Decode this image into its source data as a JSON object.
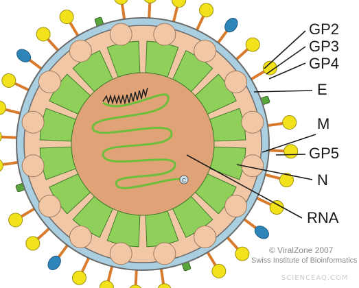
{
  "labels": {
    "gp2": "GP2",
    "gp3": "GP3",
    "gp4": "GP4",
    "e": "E",
    "m": "M",
    "gp5": "GP5",
    "n": "N",
    "rna": "RNA"
  },
  "credit": {
    "line1": "© ViralZone 2007",
    "line2": "Swiss Institute of Bioinformatics"
  },
  "watermark": "SCIENCEAQ.COM",
  "rna_cap_symbol": "C",
  "colors": {
    "membrane": "#a9cfe0",
    "membrane_outline": "#6b6b6b",
    "capsid": "#f2c7a6",
    "core": "#e0a378",
    "nucleocapsid": "#8ed05a",
    "nucleocapsid_outline": "#3f7a2a",
    "gp5_knob": "#f2e21b",
    "gp2_4_knob": "#2e86b8",
    "e_protein": "#5aa83c",
    "m_protein": "#d87b2c",
    "rna_line": "#6bbf3a"
  }
}
